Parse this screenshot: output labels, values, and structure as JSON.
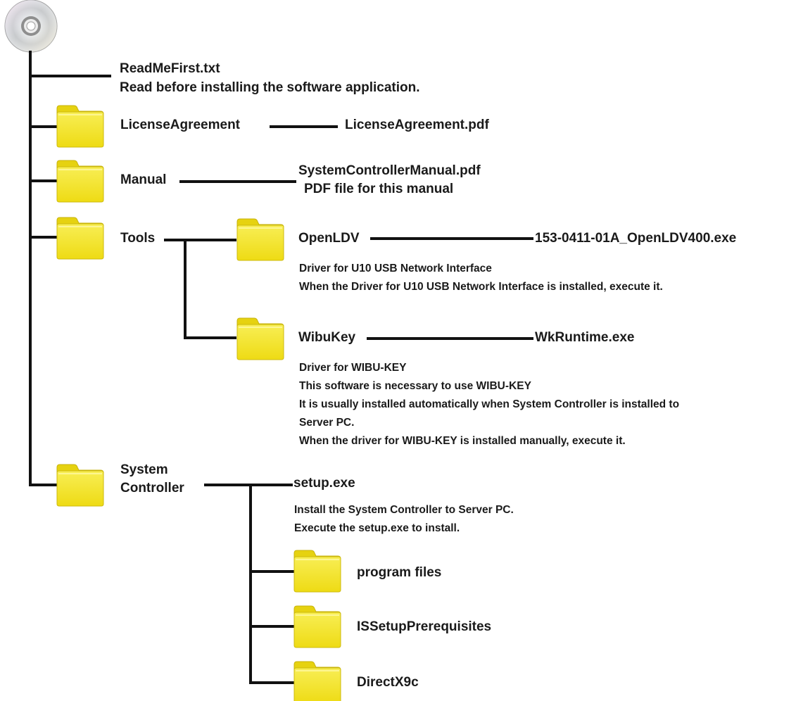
{
  "colors": {
    "line": "#111111",
    "folder_face": "#F2E221",
    "folder_back": "#E8D510",
    "folder_edge": "#C9B60A",
    "disc_silver": "#CFCFCF"
  },
  "icons": {
    "disc": "cd-disc-icon",
    "folder": "folder-icon"
  },
  "root": {
    "readme": {
      "name": "ReadMeFirst.txt",
      "description": "Read before installing the software application."
    },
    "license": {
      "folder": "LicenseAgreement",
      "file": "LicenseAgreement.pdf"
    },
    "manual": {
      "folder": "Manual",
      "file": "SystemControllerManual.pdf",
      "description": "PDF file for this manual"
    },
    "tools": {
      "folder": "Tools",
      "openldv": {
        "folder": "OpenLDV",
        "file": "153-0411-01A_OpenLDV400.exe",
        "desc": [
          "Driver for U10 USB Network Interface",
          "When the Driver for U10 USB Network Interface is installed, execute it."
        ]
      },
      "wibukey": {
        "folder": "WibuKey",
        "file": "WkRuntime.exe",
        "desc": [
          "Driver for WIBU-KEY",
          "This software is necessary to use WIBU-KEY",
          "It is usually installed automatically when System Controller is installed to",
          "Server PC.",
          "When the driver for WIBU-KEY is installed manually, execute it."
        ]
      }
    },
    "system_controller": {
      "folder_line1": "System",
      "folder_line2": "Controller",
      "file": "setup.exe",
      "desc": [
        "Install the System Controller to Server PC.",
        "Execute the setup.exe to install."
      ],
      "subfolders": [
        "program files",
        "ISSetupPrerequisites",
        "DirectX9c"
      ]
    }
  }
}
